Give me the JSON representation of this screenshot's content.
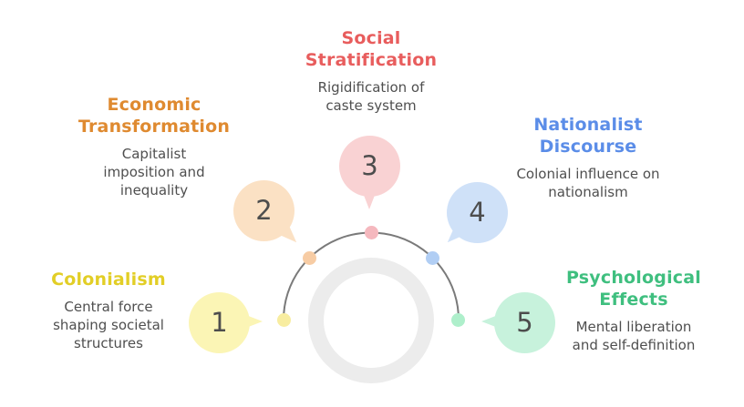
{
  "diagram": {
    "type": "circular-flow-diagram",
    "items": [
      {
        "number": "1",
        "title": "Colonialism",
        "subtitle": "Central force\nshaping societal\nstructures",
        "title_color": "#E2CE26",
        "bubble_color": "#FBF5B5",
        "dot_color": "#F8EDA0"
      },
      {
        "number": "2",
        "title": "Economic\nTransformation",
        "subtitle": "Capitalist\nimposition and\ninequality",
        "title_color": "#DF8A30",
        "bubble_color": "#FBE1C4",
        "dot_color": "#F7CCA4"
      },
      {
        "number": "3",
        "title": "Social\nStratification",
        "subtitle": "Rigidification of\ncaste system",
        "title_color": "#E85D5D",
        "bubble_color": "#F9D2D3",
        "dot_color": "#F5B8BE"
      },
      {
        "number": "4",
        "title": "Nationalist\nDiscourse",
        "subtitle": "Colonial influence on\nnationalism",
        "title_color": "#5B8DE8",
        "bubble_color": "#CFE1F8",
        "dot_color": "#B1CEF4"
      },
      {
        "number": "5",
        "title": "Psychological\nEffects",
        "subtitle": "Mental liberation\nand self-definition",
        "title_color": "#3FBF7F",
        "bubble_color": "#C7F2DC",
        "dot_color": "#AEEFCB"
      }
    ],
    "colors": {
      "background": "#FFFFFF",
      "ring": "#ECECEC",
      "arc_line": "#7A7A7A",
      "number_text": "#4D4D4D",
      "subtitle_text": "#4F4F4F"
    }
  }
}
